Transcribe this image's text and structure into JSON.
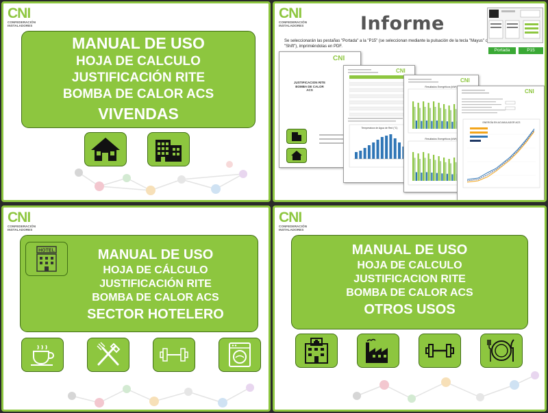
{
  "logo": {
    "name": "CNI",
    "subtitle_line1": "CONFEDERACIÓN",
    "subtitle_line2": "INSTALADORES"
  },
  "panels": {
    "viviendas": {
      "lines": [
        "MANUAL DE USO",
        "HOJA DE CALCULO",
        "JUSTIFICACIÓN RITE",
        "BOMBA DE CALOR ACS",
        "VIVENDAS"
      ],
      "icons": [
        "house-icon",
        "apartment-building-icon"
      ]
    },
    "informe": {
      "title": "Informe",
      "description": "Se seleccionarán las pestañas \"Portada\" a la \"P15\" (se seleccionan mediante la pulsación de la tecla \"Mayus\" o \"Shift\"), imprimiéndolas en PDF.",
      "tabs": [
        "Portada",
        "P15"
      ],
      "doc_cover_lines": [
        "JUSTIFICACION RITE",
        "BOMBA DE CALOR",
        "ACS"
      ],
      "chart_titles": [
        "Temperatura de Agua de Red (°C)",
        "Resultados Energéticos (kWh)",
        "Resultados Energéticos (kWh)",
        "ENERGÍA EN ACUMULADOR ACS"
      ]
    },
    "hotelero": {
      "lines": [
        "MANUAL DE USO",
        "HOJA DE CÁLCULO",
        "JUSTIFICACIÓN RITE",
        "BOMBA DE CALOR ACS",
        "SECTOR HOTELERO"
      ],
      "hotel_label": "HOTEL",
      "icons": [
        "hotel-icon",
        "coffee-cup-icon",
        "cutlery-icon",
        "dumbbell-icon",
        "washing-machine-icon"
      ]
    },
    "otros": {
      "lines": [
        "MANUAL DE USO",
        "HOJA DE CALCULO",
        "JUSTIFICACION RITE",
        "BOMBA DE CALOR ACS",
        "OTROS USOS"
      ],
      "icons": [
        "hospital-icon",
        "factory-icon",
        "dumbbell-icon",
        "plate-cutlery-icon"
      ]
    }
  },
  "colors": {
    "accent_green": "#8dc63f",
    "dark_green_border": "#3f6d14",
    "logo_green": "#8dc63f",
    "tab_green": "#3aa935",
    "bar_blue": "#2e75b6"
  }
}
